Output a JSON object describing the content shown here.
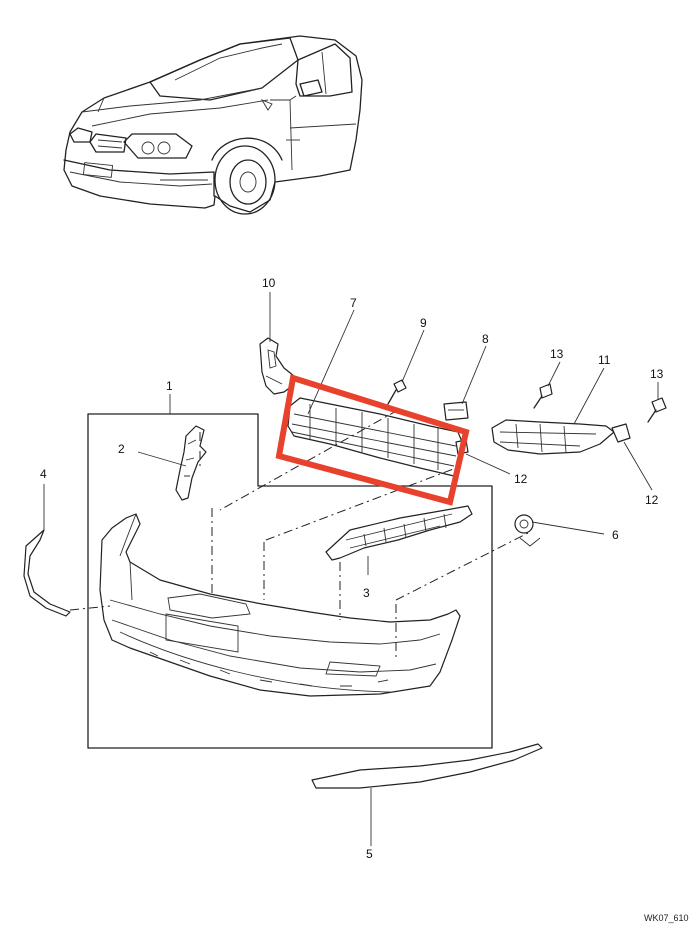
{
  "callouts": {
    "c1": "1",
    "c2": "2",
    "c3": "3",
    "c4": "4",
    "c5": "5",
    "c6": "6",
    "c7": "7",
    "c8": "8",
    "c9": "9",
    "c10": "10",
    "c11": "11",
    "c12a": "12",
    "c12b": "12",
    "c13a": "13",
    "c13b": "13"
  },
  "reference_code": "WK07_610",
  "highlight_color": "#e8412c"
}
